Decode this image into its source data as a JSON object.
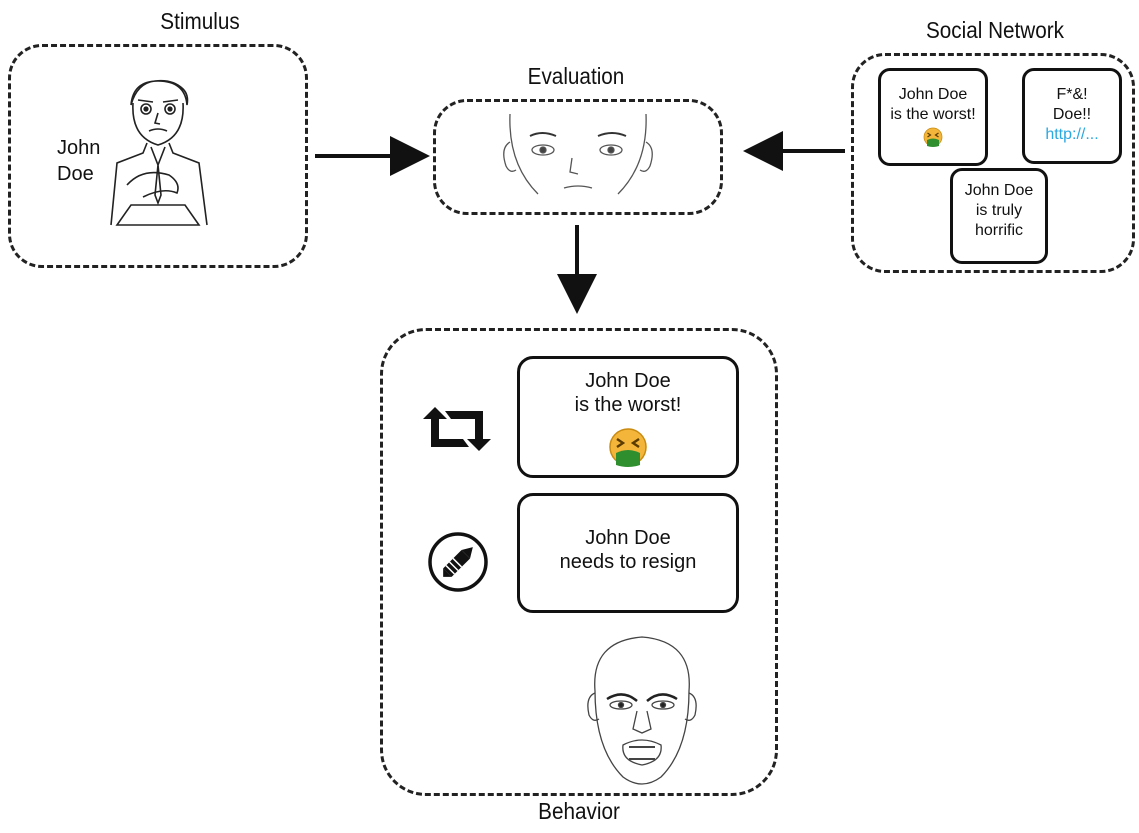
{
  "stimulus": {
    "title": "Stimulus",
    "person_label_line1": "John",
    "person_label_line2": "Doe",
    "illustration": "cartoon-man-figure"
  },
  "evaluation": {
    "title": "Evaluation",
    "illustration": "neutral-face"
  },
  "social_network": {
    "title": "Social Network",
    "posts": [
      {
        "line1": "John Doe",
        "line2": "is the worst!",
        "emoji": "nauseated-face-emoji"
      },
      {
        "line1": "F*&!",
        "line2": "Doe!!",
        "link": "http://..."
      },
      {
        "line1": "John Doe",
        "line2": "is truly",
        "line3": "horrific"
      }
    ]
  },
  "behavior": {
    "title": "Behavior",
    "retweet": {
      "icon": "retweet-icon",
      "line1": "John Doe",
      "line2": "is the worst!",
      "emoji": "nauseated-face-emoji"
    },
    "compose": {
      "icon": "pencil-icon",
      "line1": "John Doe",
      "line2": "needs to resign"
    },
    "illustration": "angry-face"
  },
  "colors": {
    "stroke": "#222222",
    "link": "#2aa8e0",
    "emoji_face": "#f4b63a",
    "emoji_vomit": "#2f8f2f"
  }
}
